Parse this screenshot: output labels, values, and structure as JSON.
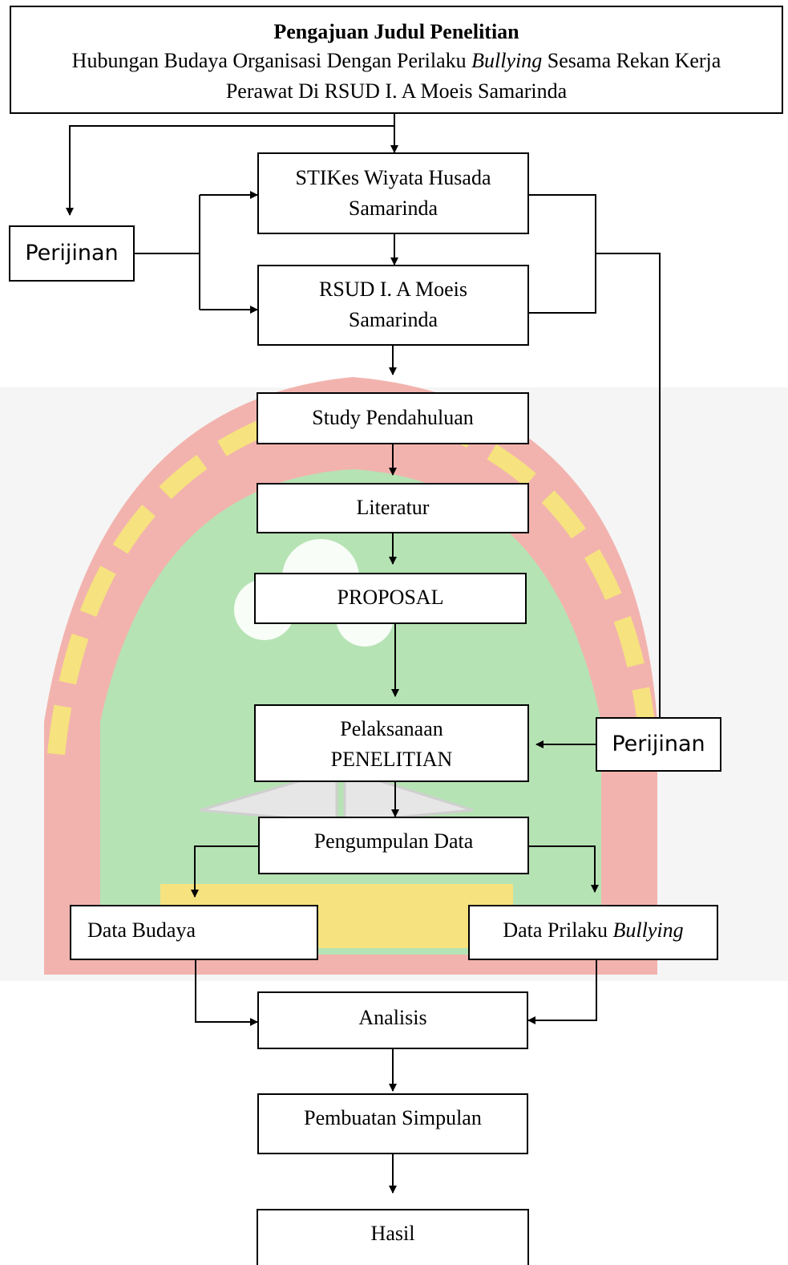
{
  "title": {
    "heading": "Pengajuan Judul Penelitian",
    "line1_pre": "Hubungan Budaya Organisasi Dengan Perilaku ",
    "line1_italic": "Bullying",
    "line1_post": " Sesama Rekan Kerja",
    "line2": "Perawat Di RSUD I. A Moeis Samarinda"
  },
  "nodes": {
    "stikes": [
      "STIKes Wiyata Husada",
      "Samarinda"
    ],
    "rsud": [
      "RSUD  I.  A Moeis",
      "Samarinda"
    ],
    "perijinan_left": "Perijinan",
    "perijinan_right": "Perijinan",
    "study": "Study Pendahuluan",
    "literatur": "Literatur",
    "proposal": "PROPOSAL",
    "pelaksanaan": [
      "Pelaksanaan",
      "PENELITIAN"
    ],
    "pengumpulan": "Pengumpulan Data",
    "data_budaya": "Data Budaya",
    "data_bullying_pre": "Data Prilaku ",
    "data_bullying_italic": "Bullying",
    "analisis": "Analisis",
    "simpulan": "Pembuatan Simpulan",
    "hasil": "Hasil"
  },
  "watermark": {
    "colors": {
      "ring": "#f2b3ae",
      "green": "#b6e3b4",
      "yellow": "#f6e27e",
      "band": "#f5f5f5"
    }
  }
}
